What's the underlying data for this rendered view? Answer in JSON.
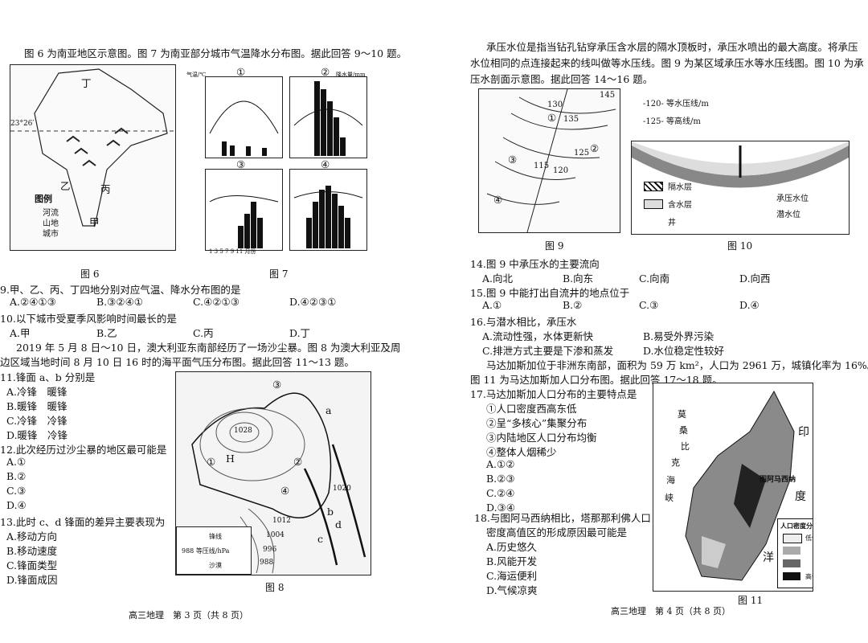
{
  "left": {
    "intro1": "图 6 为南亚地区示意图。图 7 为南亚部分城市气温降水分布图。据此回答 9～10 题。",
    "fig6": {
      "caption": "图 6",
      "legend_title": "图例",
      "legend": [
        "河流",
        "山地",
        "城市"
      ],
      "labels": [
        "乙",
        "丙",
        "甲",
        "丁",
        "23°26′"
      ]
    },
    "fig7": {
      "caption": "图 7",
      "charts": [
        "①",
        "②",
        "③",
        "④"
      ],
      "unit_t": "气温/℃",
      "unit_p": "降水量/mm",
      "months": "1 3 5 7 9 11 月份"
    },
    "q9": {
      "stem": "9.甲、乙、丙、丁四地分别对应气温、降水分布图的是",
      "options": [
        "A.②④①③",
        "B.③②④①",
        "C.④②①③",
        "D.④②③①"
      ]
    },
    "q10": {
      "stem": "10.以下城市受夏季风影响时间最长的是",
      "options": [
        "A.甲",
        "B.乙",
        "C.丙",
        "D.丁"
      ]
    },
    "intro2a": "2019 年 5 月 8 日～10 日，澳大利亚东南部经历了一场沙尘暴。图 8 为澳大利亚及周",
    "intro2b": "边区域当地时间 8 月 10 日 16 时的海平面气压分布图。据此回答 11～13 题。",
    "q11": {
      "stem": "11.锋面 a、b 分别是",
      "options": [
        "A.冷锋　暖锋",
        "B.暖锋　暖锋",
        "C.冷锋　冷锋",
        "D.暖锋　冷锋"
      ]
    },
    "q12": {
      "stem": "12.此次经历过沙尘暴的地区最可能是",
      "options": [
        "A.①",
        "B.②",
        "C.③",
        "D.④"
      ]
    },
    "q13": {
      "stem": "13.此时 c、d 锋面的差异主要表现为",
      "options": [
        "A.移动方向",
        "B.移动速度",
        "C.锋面类型",
        "D.锋面成因"
      ]
    },
    "fig8": {
      "caption": "图 8",
      "legend": [
        "锋线",
        "988 等压线/hPa",
        "沙漠"
      ],
      "labels": [
        "1028",
        "1020",
        "1012",
        "1004",
        "996",
        "988",
        "H",
        "①",
        "②",
        "③",
        "④",
        "a",
        "b",
        "c",
        "d"
      ]
    },
    "footer": "高三地理　第 3 页（共 8 页）"
  },
  "right": {
    "intro1": "承压水位是指当钻孔钻穿承压含水层的隔水顶板时，承压水喷出的最大高度。将承压",
    "intro2": "水位相同的点连接起来的线叫做等水压线。图 9 为某区域承压水等水压线图。图 10 为承",
    "intro3": "压水剖面示意图。据此回答 14～16 题。",
    "fig9": {
      "caption": "图 9",
      "labels": [
        "145",
        "130",
        "135",
        "125",
        "115",
        "120",
        "①",
        "②",
        "③",
        "④"
      ]
    },
    "fig10": {
      "caption": "图 10",
      "legend_top": [
        "-120- 等水压线/m",
        "-125- 等高线/m"
      ],
      "legend": [
        "隔水层",
        "含水层",
        "井",
        "承压水位",
        "潜水位"
      ]
    },
    "q14": {
      "stem": "14.图 9 中承压水的主要流向",
      "options": [
        "A.向北",
        "B.向东",
        "C.向南",
        "D.向西"
      ]
    },
    "q15": {
      "stem": "15.图 9 中能打出自流井的地点位于",
      "options": [
        "A.①",
        "B.②",
        "C.③",
        "D.④"
      ]
    },
    "q16": {
      "stem": "16.与潜水相比，承压水",
      "options": [
        "A.流动性强，水体更新快",
        "B.易受外界污染",
        "C.排泄方式主要是下渗和蒸发",
        "D.水位稳定性较好"
      ]
    },
    "intro4": "马达加斯加位于非洲东南部，面积为 59 万 km²，人口为 2961 万，城镇化率为 16%。",
    "intro5": "图 11 为马达加斯加人口分布图。据此回答 17～18 题。",
    "q17": {
      "stem": "17.马达加斯加人口分布的主要特点是",
      "items": [
        "①人口密度西高东低",
        "②呈“多核心”集聚分布",
        "③内陆地区人口分布均衡",
        "④整体人烟稀少"
      ],
      "options": [
        "A.①②",
        "B.②③",
        "C.②④",
        "D.③④"
      ]
    },
    "q18": {
      "stem1": "18.与图阿马西纳相比，塔那那利佛人口",
      "stem2": "密度高值区的形成原因最可能是",
      "options": [
        "A.历史悠久",
        "B.风能开发",
        "C.海运便利",
        "D.气候凉爽"
      ]
    },
    "fig11": {
      "caption": "图 11",
      "labels": [
        "莫",
        "桑",
        "比",
        "克",
        "海",
        "峡",
        "印",
        "度",
        "洋",
        "图阿马西纳"
      ],
      "legend_title": "人口密度分布数值",
      "legend": [
        "低值",
        "高值"
      ]
    },
    "footer": "高三地理　第 4 页（共 8 页）"
  }
}
